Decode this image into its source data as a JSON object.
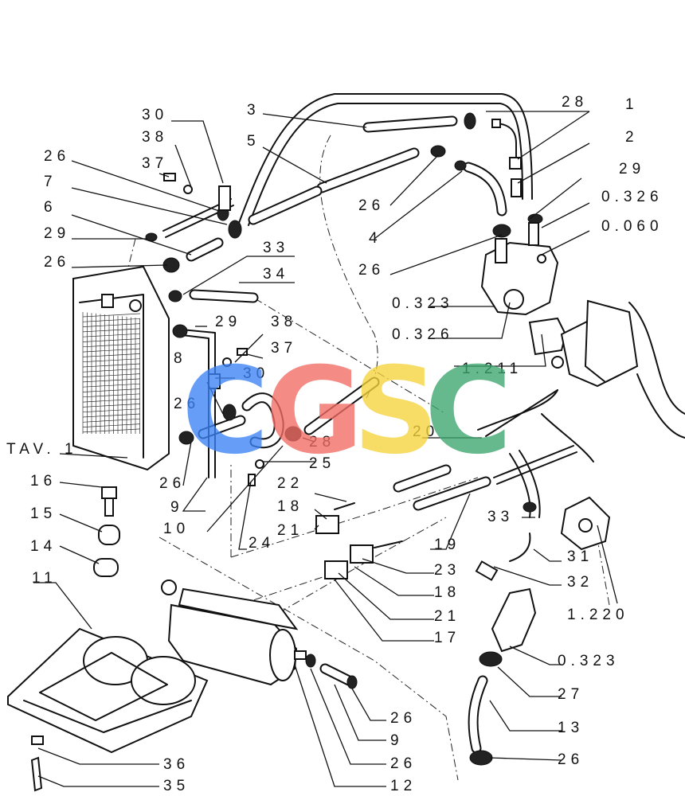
{
  "diagram": {
    "callouts": [
      {
        "id": "c-30a",
        "text": "30"
      },
      {
        "id": "c-3",
        "text": "3"
      },
      {
        "id": "c-28a",
        "text": "28"
      },
      {
        "id": "c-1",
        "text": "1"
      },
      {
        "id": "c-38a",
        "text": "38"
      },
      {
        "id": "c-5",
        "text": "5"
      },
      {
        "id": "c-2",
        "text": "2"
      },
      {
        "id": "c-26a",
        "text": "26"
      },
      {
        "id": "c-37a",
        "text": "37"
      },
      {
        "id": "c-29a",
        "text": "29"
      },
      {
        "id": "c-7",
        "text": "7"
      },
      {
        "id": "c-26b",
        "text": "26"
      },
      {
        "id": "c-0326a",
        "text": "0.326"
      },
      {
        "id": "c-6",
        "text": "6"
      },
      {
        "id": "c-4",
        "text": "4"
      },
      {
        "id": "c-0060",
        "text": "0.060"
      },
      {
        "id": "c-29b",
        "text": "29"
      },
      {
        "id": "c-33a",
        "text": "33"
      },
      {
        "id": "c-26c",
        "text": "26"
      },
      {
        "id": "c-26d",
        "text": "26"
      },
      {
        "id": "c-34",
        "text": "34"
      },
      {
        "id": "c-0323a",
        "text": "0.323"
      },
      {
        "id": "c-29c",
        "text": "29"
      },
      {
        "id": "c-38b",
        "text": "38"
      },
      {
        "id": "c-0326b",
        "text": "0.326"
      },
      {
        "id": "c-37b",
        "text": "37"
      },
      {
        "id": "c-8",
        "text": "8"
      },
      {
        "id": "c-1211",
        "text": "1.211"
      },
      {
        "id": "c-30b",
        "text": "30"
      },
      {
        "id": "c-26e",
        "text": "26"
      },
      {
        "id": "c-20",
        "text": "20"
      },
      {
        "id": "c-28b",
        "text": "28"
      },
      {
        "id": "c-tav1",
        "text": "TAV. 1"
      },
      {
        "id": "c-25",
        "text": "25"
      },
      {
        "id": "c-26f",
        "text": "26"
      },
      {
        "id": "c-16",
        "text": "16"
      },
      {
        "id": "c-9a",
        "text": "9"
      },
      {
        "id": "c-22",
        "text": "22"
      },
      {
        "id": "c-18a",
        "text": "18"
      },
      {
        "id": "c-15",
        "text": "15"
      },
      {
        "id": "c-33b",
        "text": "33"
      },
      {
        "id": "c-10",
        "text": "10"
      },
      {
        "id": "c-21a",
        "text": "21"
      },
      {
        "id": "c-14",
        "text": "14"
      },
      {
        "id": "c-24",
        "text": "24"
      },
      {
        "id": "c-19",
        "text": "19"
      },
      {
        "id": "c-31",
        "text": "31"
      },
      {
        "id": "c-23",
        "text": "23"
      },
      {
        "id": "c-11",
        "text": "11"
      },
      {
        "id": "c-32",
        "text": "32"
      },
      {
        "id": "c-18b",
        "text": "18"
      },
      {
        "id": "c-21b",
        "text": "21"
      },
      {
        "id": "c-1220",
        "text": "1.220"
      },
      {
        "id": "c-17",
        "text": "17"
      },
      {
        "id": "c-0323b",
        "text": "0.323"
      },
      {
        "id": "c-27",
        "text": "27"
      },
      {
        "id": "c-26g",
        "text": "26"
      },
      {
        "id": "c-13",
        "text": "13"
      },
      {
        "id": "c-9b",
        "text": "9"
      },
      {
        "id": "c-26h",
        "text": "26"
      },
      {
        "id": "c-26i",
        "text": "26"
      },
      {
        "id": "c-36",
        "text": "36"
      },
      {
        "id": "c-35",
        "text": "35"
      },
      {
        "id": "c-12",
        "text": "12"
      }
    ],
    "watermark": {
      "letters": [
        "C",
        "G",
        "S",
        "C"
      ],
      "colors": [
        "#3b82f6",
        "#f26b63",
        "#f5d33b",
        "#3aa66e"
      ]
    }
  }
}
